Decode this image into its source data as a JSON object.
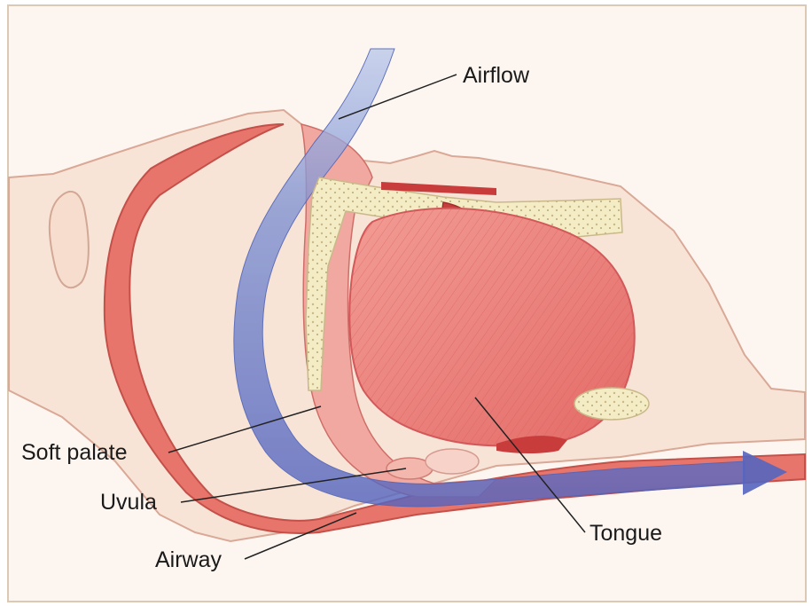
{
  "diagram": {
    "labels": {
      "airflow": "Airflow",
      "soft_palate": "Soft palate",
      "uvula": "Uvula",
      "airway": "Airway",
      "tongue": "Tongue"
    },
    "colors": {
      "background": "#ffffff",
      "frame": "#dcc9b3",
      "skin": "#f8e4d6",
      "skin_outline": "#d9a896",
      "tissue": "#e8756b",
      "tissue_dark": "#c93c3c",
      "tongue": "#f08a86",
      "bone": "#f4ecc4",
      "airflow": "#5a73c6"
    }
  }
}
